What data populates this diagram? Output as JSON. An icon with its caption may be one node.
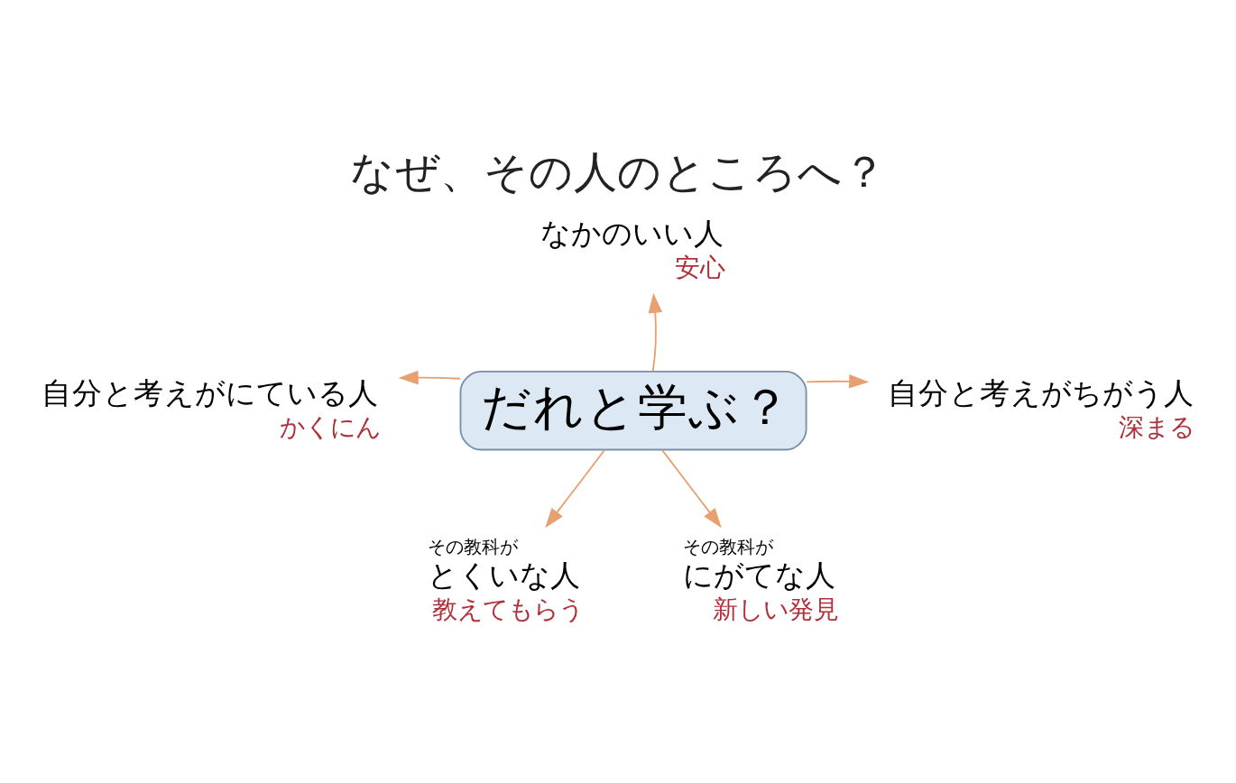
{
  "diagram": {
    "title": "なぜ、その人のところへ？",
    "nodes": [
      {
        "text": [
          "なかのいい人"
        ],
        "beside": [
          "安心"
        ]
      },
      {
        "text": [
          "自分と考えがにている人"
        ],
        "beside": [
          "かくにん"
        ]
      },
      {
        "text": [
          "自分と考えがちがう人"
        ],
        "beside": [
          "深まる"
        ]
      },
      {
        "text": [
          "だれと学ぶ？"
        ]
      },
      {
        "text": [
          "その教科が",
          "とくいな人"
        ],
        "beside": [
          "教えてもらう"
        ]
      },
      {
        "text": [
          "その教科が",
          "にがてな人"
        ],
        "beside": [
          "新しい発見"
        ]
      }
    ],
    "edges": [
      {
        "from": 3,
        "to": 0,
        "arrow": "to"
      },
      {
        "from": 3,
        "to": 1,
        "arrow": "to"
      },
      {
        "from": 3,
        "to": 2,
        "arrow": "to"
      },
      {
        "from": 3,
        "to": 4,
        "arrow": "to"
      },
      {
        "from": 3,
        "to": 5,
        "arrow": "to"
      }
    ]
  }
}
